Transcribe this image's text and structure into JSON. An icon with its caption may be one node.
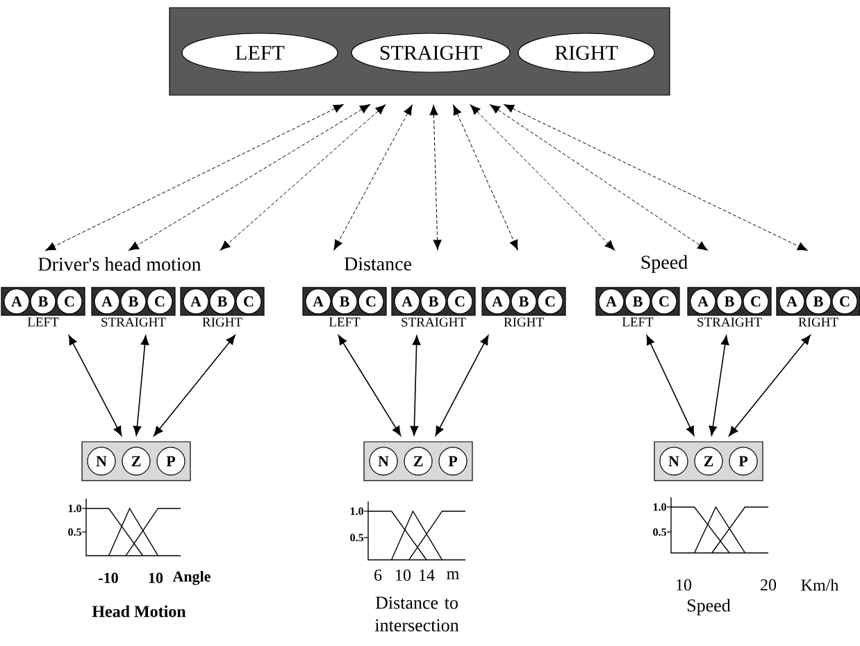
{
  "diagram": {
    "nodes": [
      {
        "text": [],
        "shape": "box"
      },
      {
        "text": [
          "LEFT"
        ],
        "in": 0
      },
      {
        "text": [
          "STRAIGHT"
        ],
        "in": 0
      },
      {
        "text": [
          "RIGHT"
        ],
        "in": 0
      },
      {
        "text": [],
        "shape": "box",
        "beside": [
          "LEFT"
        ]
      },
      {
        "text": [
          "A"
        ],
        "in": 4
      },
      {
        "text": [
          "B"
        ],
        "in": 4
      },
      {
        "text": [
          "C"
        ],
        "in": 4
      },
      {
        "text": [],
        "shape": "box",
        "beside": [
          "STRAIGHT"
        ]
      },
      {
        "text": [
          "A"
        ],
        "in": 8
      },
      {
        "text": [
          "B"
        ],
        "in": 8
      },
      {
        "text": [
          "C"
        ],
        "in": 8
      },
      {
        "text": [],
        "shape": "box",
        "beside": [
          "RIGHT"
        ]
      },
      {
        "text": [
          "A"
        ],
        "in": 12
      },
      {
        "text": [
          "B"
        ],
        "in": 12
      },
      {
        "text": [
          "C"
        ],
        "in": 12
      },
      {
        "text": [],
        "shape": "box"
      },
      {
        "text": [
          "N"
        ],
        "in": 16
      },
      {
        "text": [
          "Z"
        ],
        "in": 16
      },
      {
        "text": [
          "P"
        ],
        "in": 16
      },
      {
        "text": [],
        "shape": "box",
        "beside": [
          "LEFT"
        ]
      },
      {
        "text": [
          "A"
        ],
        "in": 20
      },
      {
        "text": [
          "B"
        ],
        "in": 20
      },
      {
        "text": [
          "C"
        ],
        "in": 20
      },
      {
        "text": [],
        "shape": "box",
        "beside": [
          "STRAIGHT"
        ]
      },
      {
        "text": [
          "A"
        ],
        "in": 24
      },
      {
        "text": [
          "B"
        ],
        "in": 24
      },
      {
        "text": [
          "C"
        ],
        "in": 24
      },
      {
        "text": [],
        "shape": "box",
        "beside": [
          "RIGHT"
        ]
      },
      {
        "text": [
          "A"
        ],
        "in": 28
      },
      {
        "text": [
          "B"
        ],
        "in": 28
      },
      {
        "text": [
          "C"
        ],
        "in": 28
      },
      {
        "text": [],
        "shape": "box"
      },
      {
        "text": [
          "N"
        ],
        "in": 32
      },
      {
        "text": [
          "Z"
        ],
        "in": 32
      },
      {
        "text": [
          "P"
        ],
        "in": 32
      },
      {
        "text": [],
        "shape": "box",
        "beside": [
          "LEFT"
        ]
      },
      {
        "text": [
          "A"
        ],
        "in": 36
      },
      {
        "text": [
          "B"
        ],
        "in": 36
      },
      {
        "text": [
          "C"
        ],
        "in": 36
      },
      {
        "text": [],
        "shape": "box",
        "beside": [
          "STRAIGHT"
        ]
      },
      {
        "text": [
          "A"
        ],
        "in": 40
      },
      {
        "text": [
          "B"
        ],
        "in": 40
      },
      {
        "text": [
          "C"
        ],
        "in": 40
      },
      {
        "text": [],
        "shape": "box",
        "beside": [
          "RIGHT"
        ]
      },
      {
        "text": [
          "A"
        ],
        "in": 44
      },
      {
        "text": [
          "B"
        ],
        "in": 44
      },
      {
        "text": [
          "C"
        ],
        "in": 44
      },
      {
        "text": [],
        "shape": "box"
      },
      {
        "text": [
          "N"
        ],
        "in": 48
      },
      {
        "text": [
          "Z"
        ],
        "in": 48
      },
      {
        "text": [
          "P"
        ],
        "in": 48
      }
    ],
    "edges": [
      {
        "from": 0,
        "to": 4,
        "arrow": "both",
        "style": "dashed"
      },
      {
        "from": 0,
        "to": 8,
        "arrow": "both",
        "style": "dashed"
      },
      {
        "from": 0,
        "to": 12,
        "arrow": "both",
        "style": "dashed"
      },
      {
        "from": 0,
        "to": 20,
        "arrow": "both",
        "style": "dashed"
      },
      {
        "from": 0,
        "to": 24,
        "arrow": "both",
        "style": "dashed"
      },
      {
        "from": 0,
        "to": 28,
        "arrow": "both",
        "style": "dashed"
      },
      {
        "from": 0,
        "to": 36,
        "arrow": "both",
        "style": "dashed"
      },
      {
        "from": 0,
        "to": 40,
        "arrow": "both",
        "style": "dashed"
      },
      {
        "from": 0,
        "to": 44,
        "arrow": "both",
        "style": "dashed"
      },
      {
        "from": 4,
        "to": 16,
        "arrow": "both"
      },
      {
        "from": 8,
        "to": 16,
        "arrow": "both"
      },
      {
        "from": 12,
        "to": 16,
        "arrow": "both"
      },
      {
        "from": 20,
        "to": 32,
        "arrow": "both"
      },
      {
        "from": 24,
        "to": 32,
        "arrow": "both"
      },
      {
        "from": 28,
        "to": 32,
        "arrow": "both"
      },
      {
        "from": 36,
        "to": 48,
        "arrow": "both"
      },
      {
        "from": 40,
        "to": 48,
        "arrow": "both"
      },
      {
        "from": 44,
        "to": 48,
        "arrow": "both"
      }
    ],
    "labels": [
      "Driver's head motion",
      "Distance",
      "Speed",
      "1.0",
      "0.5",
      "-10",
      "10",
      "Angle",
      "Head Motion",
      "1.0",
      "0.5",
      "6",
      "10",
      "14",
      "m",
      "Distance to intersection",
      "1.0",
      "0.5",
      "10",
      "20",
      "Km/h",
      "Speed"
    ]
  }
}
